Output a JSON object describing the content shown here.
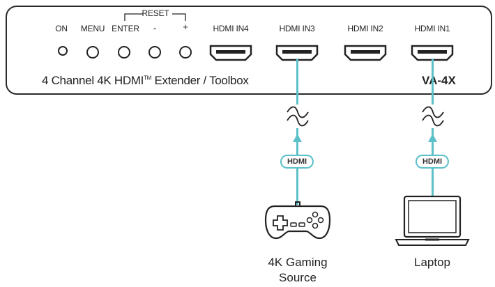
{
  "panel": {
    "labels": {
      "on": "ON",
      "menu": "MENU",
      "enter": "ENTER",
      "reset": "RESET",
      "minus": "-",
      "plus": "+"
    },
    "ports": [
      "HDMI IN4",
      "HDMI IN3",
      "HDMI IN2",
      "HDMI IN1"
    ],
    "product_name": "4 Channel 4K HDMI",
    "trademark": "TM",
    "product_suffix": " Extender / Toolbox",
    "model": "VA-4X"
  },
  "connections": [
    {
      "cable_tag": "HDMI",
      "device": "4K Gaming Source",
      "device_line1": "4K Gaming",
      "device_line2": "Source",
      "icon": "gamepad-icon",
      "port": "HDMI IN3"
    },
    {
      "cable_tag": "HDMI",
      "device": "Laptop",
      "device_line1": "Laptop",
      "device_line2": "",
      "icon": "laptop-icon",
      "port": "HDMI IN1"
    }
  ],
  "colors": {
    "cable": "#5bc0c8",
    "outline": "#222222"
  }
}
